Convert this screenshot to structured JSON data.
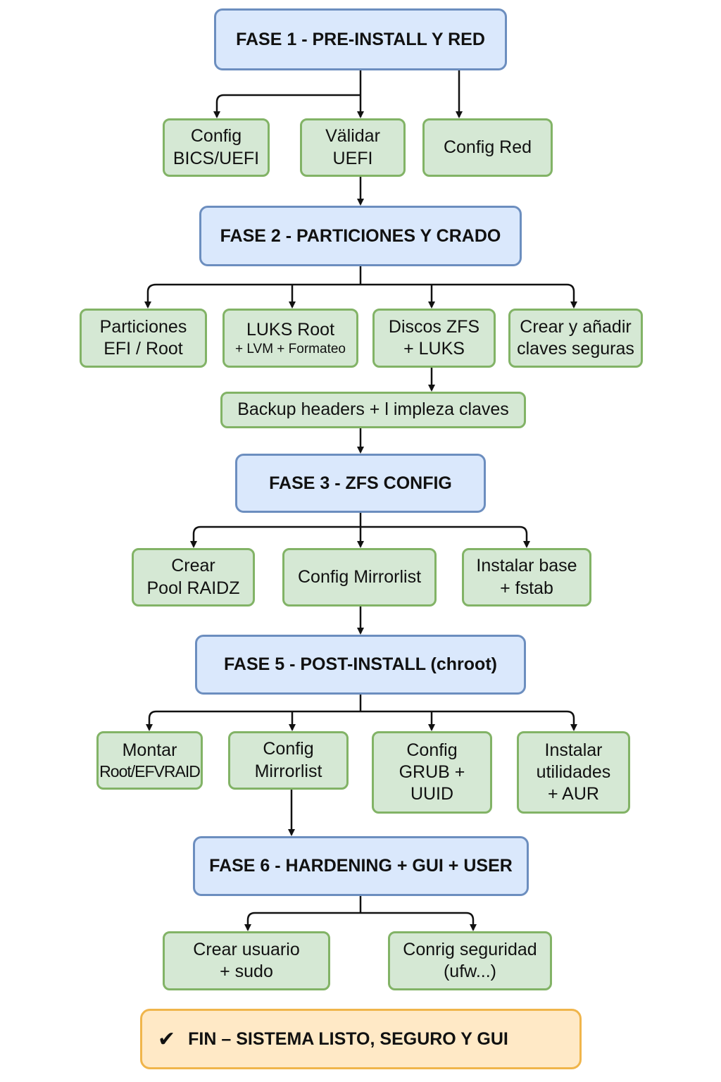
{
  "phases": {
    "phase1": "FASE 1 - PRE-INSTALL Y RED",
    "phase2": "FASE 2 - PARTICIONES Y CRADO",
    "phase3": "FASE 3 - ZFS CONFIG",
    "phase5": "FASE 5 - POST-INSTALL (chroot)",
    "phase6": "FASE 6 - HARDENING + GUI + USER"
  },
  "phase1_steps": {
    "bios_line1": "Config",
    "bios_line2": "BICS/UEFI",
    "uefi_line1": "Välidar",
    "uefi_line2": "UEFI",
    "red": "Config Red"
  },
  "phase2_steps": {
    "part_line1": "Particiones",
    "part_line2": "EFI / Root",
    "luks_line1": "LUKS Root",
    "luks_line2": "+ LVM + Formateo",
    "zfs_line1": "Discos ZFS",
    "zfs_line2": "+ LUKS",
    "keys_line1": "Crear y añadir",
    "keys_line2": "claves seguras",
    "backup": "Backup headers + l impleza claves"
  },
  "phase3_steps": {
    "pool_line1": "Crear",
    "pool_line2": "Pool RAIDZ",
    "mirror": "Config Mirrorlist",
    "base_line1": "Instalar base",
    "base_line2": "+ fstab"
  },
  "phase5_steps": {
    "mount_line1": "Montar",
    "mount_line2": "Root/EFVRAID",
    "mirror_line1": "Config",
    "mirror_line2": "Mirrorlist",
    "grub_line1": "Config",
    "grub_line2": "GRUB +",
    "grub_line3": "UUID",
    "util_line1": "Instalar",
    "util_line2": "utilidades",
    "util_line3": "+ AUR"
  },
  "phase6_steps": {
    "user_line1": "Crear usuario",
    "user_line2": "+ sudo",
    "sec_line1": "Conrig seguridad",
    "sec_line2": "(ufw...)"
  },
  "final": {
    "check_icon": "✔",
    "label": "FIN – SISTEMA LISTO, SEGURO Y GUI"
  },
  "colors": {
    "phase_fill": "#dae8fc",
    "phase_border": "#6c8ebf",
    "step_fill": "#d5e8d4",
    "step_border": "#82b366",
    "final_fill": "#ffe9c6",
    "final_border": "#f0b54b"
  }
}
